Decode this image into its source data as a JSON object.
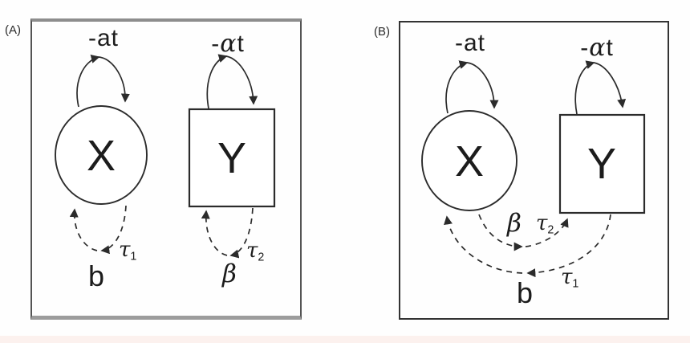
{
  "figure": {
    "description": "Two-panel causal loop diagram with latent node X (circle) and observed node Y (square)",
    "line_color": "#2b2b2b",
    "frame_a_color_sides": "#545454",
    "frame_a_color_topbottom": "#8d8d8d",
    "frame_b_color": "#333333",
    "bottom_strip_color": "#fcf1ee"
  },
  "panel_a": {
    "label": "(A)",
    "node_x": "X",
    "node_y": "Y",
    "decay_x": "-at",
    "decay_y": {
      "dash": "-",
      "alpha": "α",
      "t": "t"
    },
    "tau1": {
      "base": "τ",
      "sub": "1"
    },
    "tau2": {
      "base": "τ",
      "sub": "2"
    },
    "b": "b",
    "beta": "β",
    "edges": [
      {
        "from": "X",
        "to": "X",
        "style": "solid",
        "position": "top",
        "label": "-at"
      },
      {
        "from": "X",
        "to": "X",
        "style": "dashed",
        "position": "bottom",
        "labels": [
          "τ1",
          "b"
        ]
      },
      {
        "from": "Y",
        "to": "Y",
        "style": "solid",
        "position": "top",
        "label": "-αt"
      },
      {
        "from": "Y",
        "to": "Y",
        "style": "dashed",
        "position": "bottom",
        "labels": [
          "τ2",
          "β"
        ]
      }
    ]
  },
  "panel_b": {
    "label": "(B)",
    "node_x": "X",
    "node_y": "Y",
    "decay_x": "-at",
    "decay_y": {
      "dash": "-",
      "alpha": "α",
      "t": "t"
    },
    "tau1": {
      "base": "τ",
      "sub": "1"
    },
    "tau2": {
      "base": "τ",
      "sub": "2"
    },
    "b": "b",
    "beta": "β",
    "edges": [
      {
        "from": "X",
        "to": "X",
        "style": "solid",
        "position": "top",
        "label": "-at"
      },
      {
        "from": "Y",
        "to": "Y",
        "style": "solid",
        "position": "top",
        "label": "-αt"
      },
      {
        "from": "X",
        "to": "Y",
        "style": "dashed",
        "position": "bottom-upper-arc",
        "labels": [
          "β",
          "τ2"
        ]
      },
      {
        "from": "Y",
        "to": "X",
        "style": "dashed",
        "position": "bottom-lower-arc",
        "labels": [
          "b",
          "τ1"
        ]
      }
    ]
  }
}
